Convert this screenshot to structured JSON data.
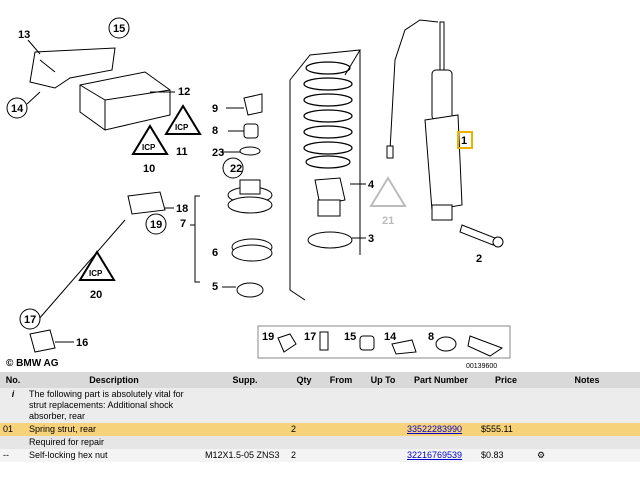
{
  "diagram": {
    "callouts": [
      "13",
      "15",
      "14",
      "12",
      "11",
      "10",
      "9",
      "8",
      "23",
      "22",
      "18",
      "19",
      "7",
      "6",
      "5",
      "4",
      "3",
      "21",
      "1",
      "2",
      "20",
      "17",
      "16"
    ],
    "highlight": "1",
    "copyright": "© BMW AG",
    "image_id": "00139600",
    "legend_items": [
      "19",
      "17",
      "15",
      "14",
      "8"
    ]
  },
  "table": {
    "headers": [
      "No.",
      "Description",
      "Supp.",
      "Qty",
      "From",
      "Up To",
      "Part Number",
      "Price",
      "Notes"
    ],
    "rows": [
      {
        "no": "i",
        "desc": "The following part is absolutely vital for strut replacements: Additional shock absorber, rear",
        "supp": "",
        "qty": "",
        "from": "",
        "upto": "",
        "pn": "",
        "price": "",
        "notes": ""
      },
      {
        "no": "01",
        "desc": "Spring strut, rear",
        "supp": "",
        "qty": "2",
        "from": "",
        "upto": "",
        "pn": "33522283990",
        "price": "$555.11",
        "notes": ""
      },
      {
        "no": "",
        "desc": "Required for repair",
        "supp": "",
        "qty": "",
        "from": "",
        "upto": "",
        "pn": "",
        "price": "",
        "notes": ""
      },
      {
        "no": "--",
        "desc": "Self-locking hex nut",
        "supp": "M12X1.5-05 ZNS3",
        "qty": "2",
        "from": "",
        "upto": "",
        "pn": "32216769539",
        "price": "$0.83",
        "notes": ""
      }
    ]
  },
  "colors": {
    "highlight": "#f6d27a",
    "header": "#d9d9d9",
    "callout_box": "#e8b400",
    "link": "#0000cc"
  }
}
